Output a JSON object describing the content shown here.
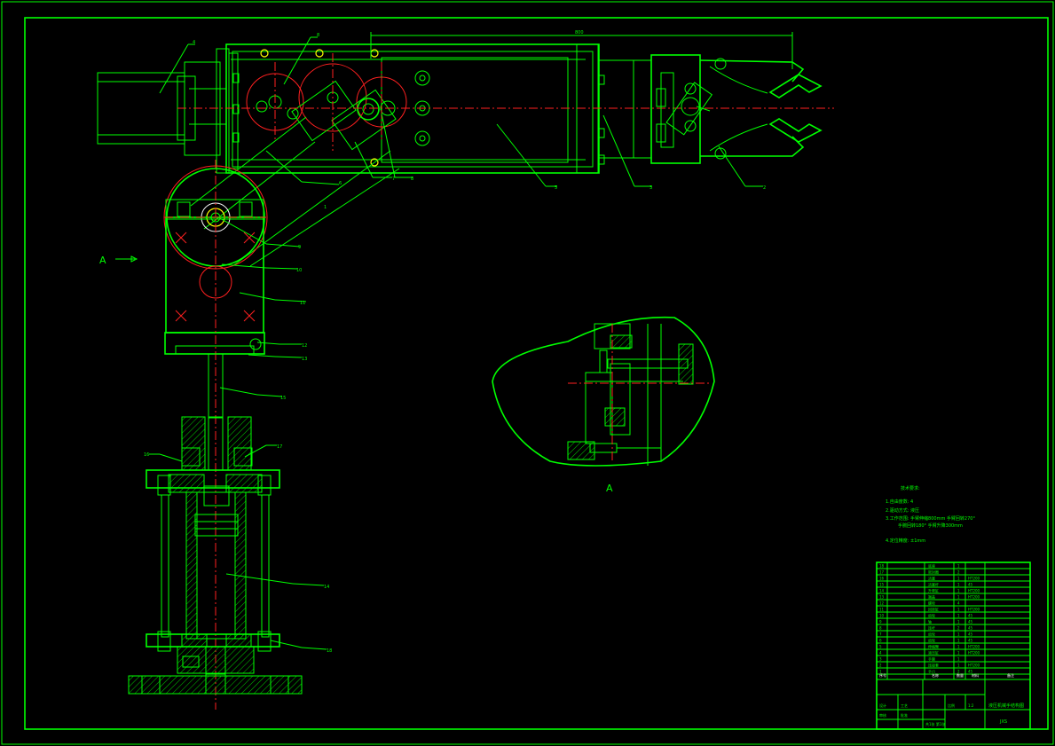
{
  "view_labels": {
    "section_arrow": "A",
    "detail_caption": "A"
  },
  "dimension": "800",
  "part_labels": {
    "p1": "4",
    "p2": "8",
    "p3": "6",
    "p4": "5",
    "p5": "7",
    "p6": "8",
    "p7": "3",
    "p8": "2",
    "p9": "9",
    "p10": "10",
    "p11": "11",
    "p12": "12",
    "p13": "13",
    "p14": "15",
    "p15": "17",
    "p16": "16",
    "p17": "14",
    "p18": "18",
    "p19": "1"
  },
  "notes": {
    "title": "技术要求:",
    "lines": [
      "1.自由度数: 4",
      "2.驱动方式: 液压",
      "3.工作范围: 手臂伸缩800mm 手臂回转270°",
      "手腕回转180° 手臂升降300mm",
      "4.定位精度: ±1mm"
    ]
  },
  "title_block": {
    "drawing_title": "液压机械手结构图",
    "drawing_code": "JXS",
    "rows": [
      {
        "no": "18",
        "name": "底座",
        "qty": "1",
        "mat": ""
      },
      {
        "no": "17",
        "name": "密封圈",
        "qty": "2",
        "mat": ""
      },
      {
        "no": "16",
        "name": "活塞",
        "qty": "1",
        "mat": "HT200"
      },
      {
        "no": "15",
        "name": "活塞杆",
        "qty": "1",
        "mat": "45"
      },
      {
        "no": "14",
        "name": "升降缸",
        "qty": "1",
        "mat": "HT200"
      },
      {
        "no": "13",
        "name": "端盖",
        "qty": "1",
        "mat": "HT200"
      },
      {
        "no": "12",
        "name": "螺栓",
        "qty": "4",
        "mat": ""
      },
      {
        "no": "11",
        "name": "回转缸",
        "qty": "1",
        "mat": "HT200"
      },
      {
        "no": "10",
        "name": "齿轮",
        "qty": "1",
        "mat": "45"
      },
      {
        "no": "9",
        "name": "轴",
        "qty": "1",
        "mat": "45"
      },
      {
        "no": "8",
        "name": "连杆",
        "qty": "2",
        "mat": "45"
      },
      {
        "no": "7",
        "name": "齿轮",
        "qty": "1",
        "mat": "45"
      },
      {
        "no": "6",
        "name": "齿轮",
        "qty": "1",
        "mat": "45"
      },
      {
        "no": "5",
        "name": "伸缩臂",
        "qty": "1",
        "mat": "HT200"
      },
      {
        "no": "4",
        "name": "液压缸",
        "qty": "1",
        "mat": "HT200"
      },
      {
        "no": "3",
        "name": "手腕",
        "qty": "1",
        "mat": ""
      },
      {
        "no": "2",
        "name": "连接套",
        "qty": "1",
        "mat": "HT200"
      },
      {
        "no": "1",
        "name": "手爪",
        "qty": "2",
        "mat": "45"
      }
    ],
    "header": {
      "no": "序号",
      "name": "名称",
      "qty": "数量",
      "mat": "材料",
      "remark": "备注"
    },
    "footer_labels": [
      "设计",
      "审核",
      "工艺",
      "批准"
    ],
    "scale_label": "比例",
    "scale": "1:2",
    "sheet": "共1张 第1张"
  },
  "colors": {
    "line": "#00ff00",
    "center": "#ff2020",
    "hidden": "#ffffff",
    "bolt": "#ffff00",
    "background": "#000000"
  }
}
